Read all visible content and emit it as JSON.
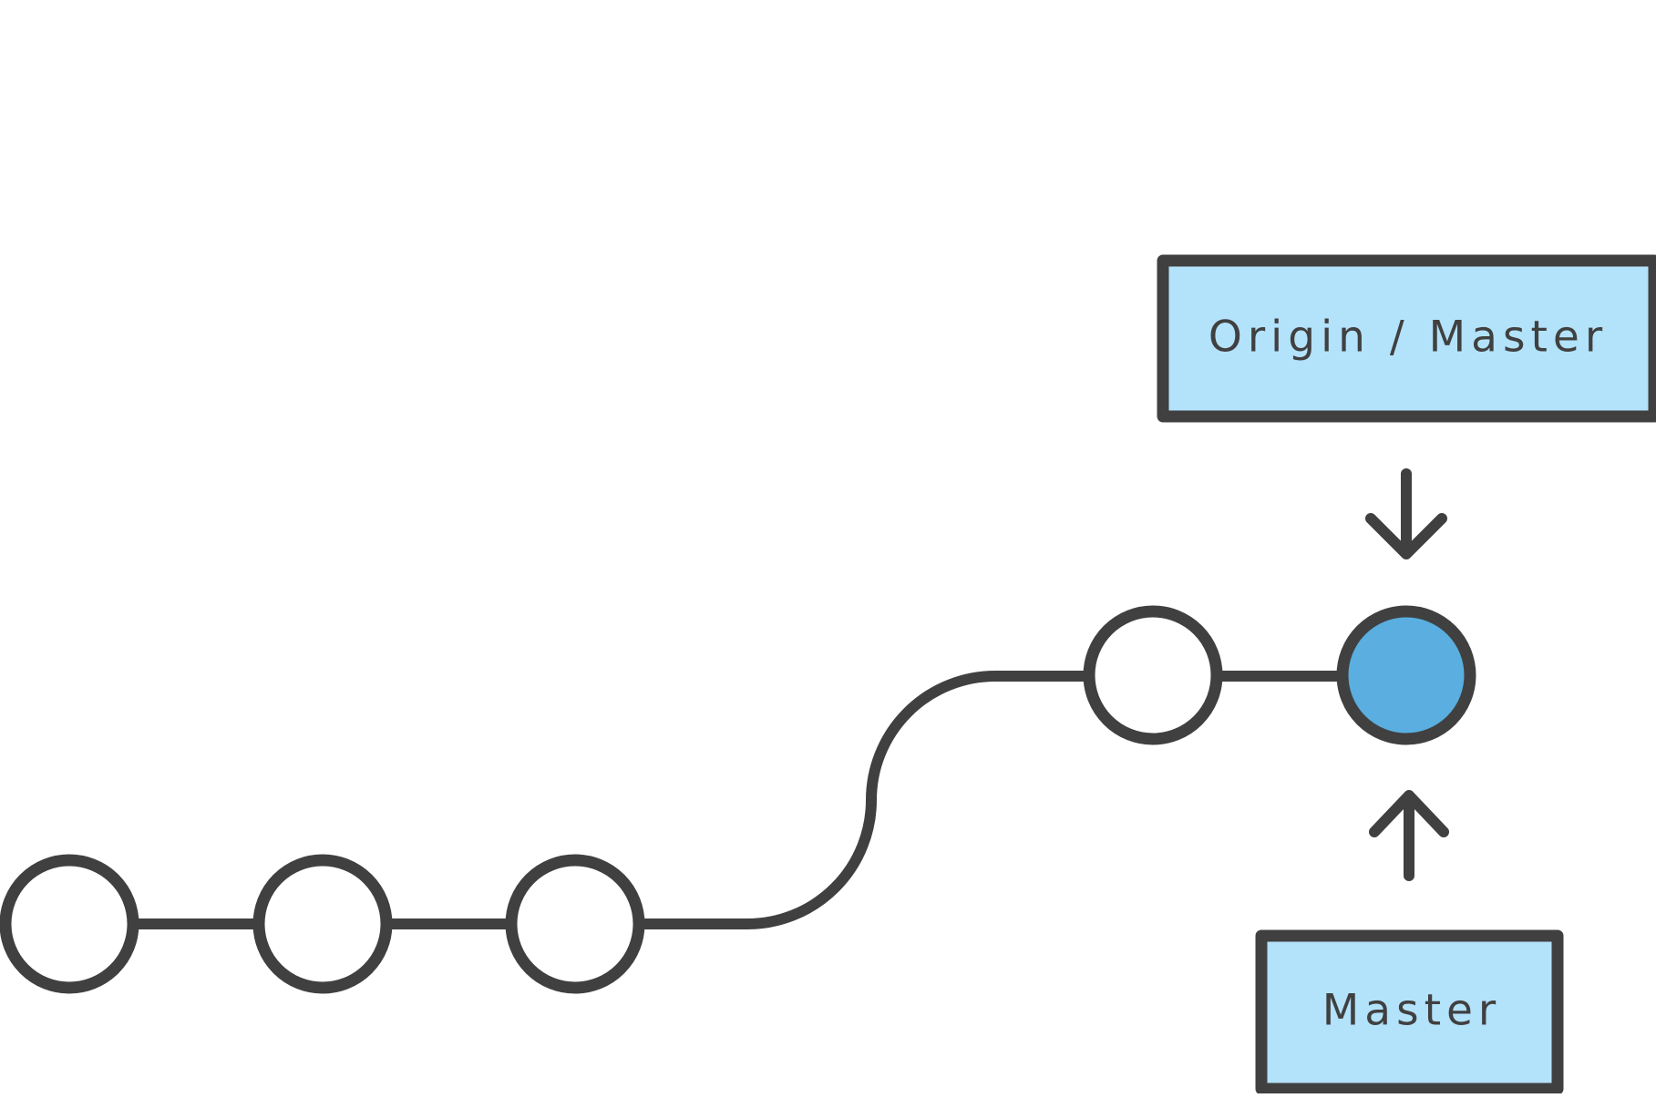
{
  "colors": {
    "stroke": "#404040",
    "node_fill": "#ffffff",
    "head_fill": "#5aaee0",
    "label_fill": "#b3e2fb",
    "background": "#ffffff"
  },
  "labels": {
    "origin_master": "Origin / Master",
    "master": "Master"
  },
  "icons": {
    "arrow_top": "arrow-down-icon",
    "arrow_bottom": "arrow-up-icon"
  },
  "graph": {
    "main_line_commits": 3,
    "branch_commits": 2,
    "head_commit": "last-branch-commit"
  }
}
